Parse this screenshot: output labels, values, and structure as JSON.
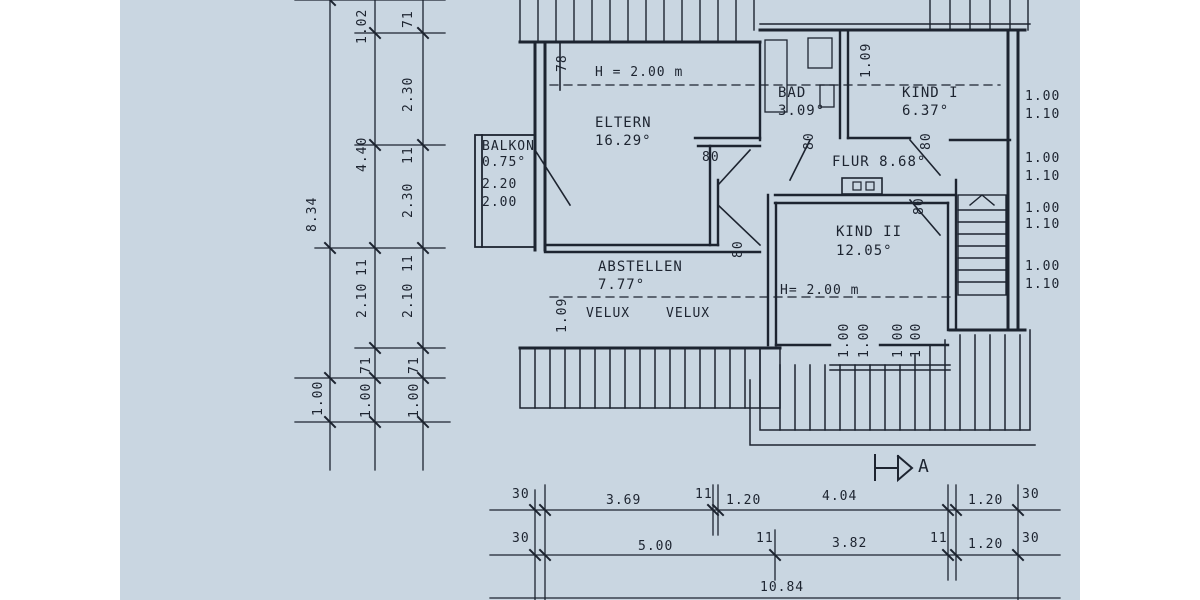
{
  "rooms": {
    "eltern": {
      "name": "ELTERN",
      "area": "16.29"
    },
    "bad": {
      "name": "BAD",
      "area": "3.09"
    },
    "kind1": {
      "name": "KIND I",
      "area": "6.37"
    },
    "flur": {
      "name": "FLUR",
      "area": "8.68"
    },
    "kind2": {
      "name": "KIND II",
      "area": "12.05"
    },
    "abstellen": {
      "name": "ABSTELLEN",
      "area": "7.77"
    },
    "balkon": {
      "name": "BALKON",
      "area": "0.75"
    }
  },
  "area_unit": "°",
  "heights": {
    "upper": "H = 2.00 m",
    "lower": "H= 2.00 m"
  },
  "skylights": [
    "VELUX",
    "VELUX"
  ],
  "section_marker": "A",
  "balkon_dims": [
    "2.20",
    "2.00"
  ],
  "door_widths": [
    "80",
    "80",
    "80",
    "80",
    "80",
    "78"
  ],
  "left_dims": {
    "total": "8.34",
    "col1": [
      "1.02",
      "4.40",
      "11",
      "2.10",
      "1.00"
    ],
    "col2": [
      "71",
      "2.30",
      "11",
      "2.30",
      "11",
      "2.10",
      "71",
      "1.00"
    ],
    "col3": [
      "1.00",
      "71"
    ]
  },
  "right_dims": [
    "1.00",
    "1.10",
    "1.00",
    "1.10",
    "1.00",
    "1.10",
    "1.00",
    "1.10"
  ],
  "window_dims": [
    "1.00",
    "1.00",
    "1.00",
    "1.00"
  ],
  "inner_dims": [
    "1.09",
    "1.09"
  ],
  "bottom_dims": {
    "row1": [
      "30",
      "3.69",
      "11",
      "1.20",
      "4.04",
      "1.20",
      "30"
    ],
    "row2": [
      "30",
      "5.00",
      "11",
      "3.82",
      "11",
      "1.20",
      "30"
    ],
    "total": "10.84"
  },
  "colors": {
    "paper": "#c9d6e1",
    "ink": "#1d2430"
  }
}
